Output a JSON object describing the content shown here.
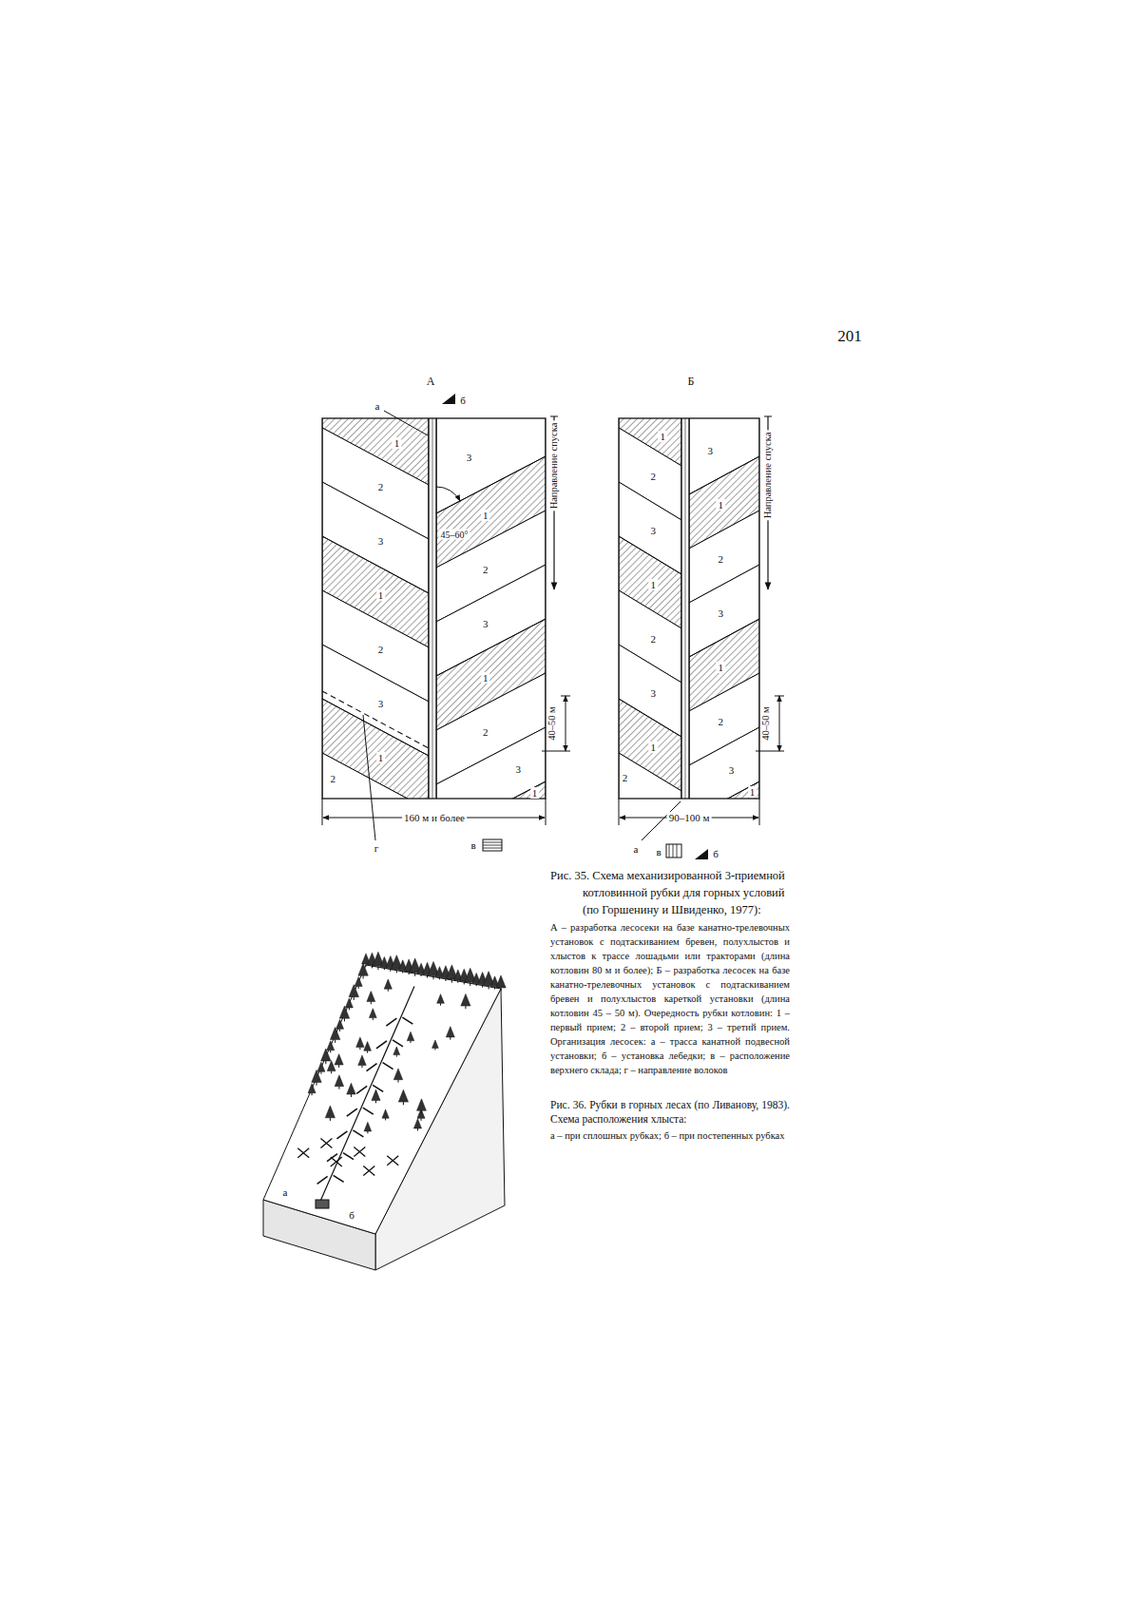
{
  "diagram": {
    "caption": "Рис. 35. Схема механизированной 3-приемной котловинной рубки для горных условий (по Горшенину и Швиденко, 1977):",
    "labels": [
      "201",
      "А",
      "б",
      "а",
      "45–60°",
      "Направление спуска",
      "40–50 м",
      "160 м и более",
      "г",
      "в",
      "1",
      "2",
      "3",
      "1",
      "2",
      "3",
      "1",
      "2",
      "3",
      "1",
      "2",
      "3",
      "1",
      "2",
      "3",
      "1",
      "Б",
      "1",
      "2",
      "3",
      "1",
      "2",
      "3",
      "1",
      "2",
      "3",
      "1",
      "2",
      "3",
      "1",
      "2",
      "3",
      "1",
      "Направление спуска",
      "40–50 м",
      "90–100 м",
      "а",
      "в",
      "б",
      "А – разработка лесосеки на базе канатно-трелевочных установок с подтаскиванием бревен, полухлыстов и хлыстов к трассе лошадьми или тракторами (длина котловин 80 м и более); Б – разработка лесосек на базе канатно-трелевочных установок с подтаскиванием бревен и полухлыстов кареткой установки (длина котловин 45 – 50 м). Очередность рубки котловин: 1 – первый прием; 2 – второй прием; 3 – третий прием. Организация лесосек: а – трасса канатной подвесной установки; б – установка лебедки; в – расположение верхнего склада; г – направление волоков",
      "Рис. 36. Рубки в горных лесах (по Ливанову, 1983). Схема расположения хлыста:",
      "а – при сплошных рубках; б – при постепенных рубках",
      "а",
      "б"
    ]
  }
}
